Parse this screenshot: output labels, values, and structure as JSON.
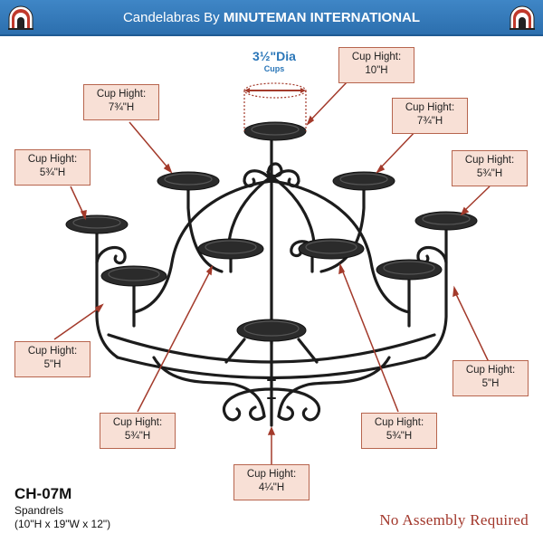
{
  "header": {
    "title_prefix": "Candelabras By ",
    "title_brand": "MINUTEMAN INTERNATIONAL",
    "background_color": "#3a80c0"
  },
  "diameter": {
    "value": "3½\"Dia",
    "label": "Cups",
    "color": "#2a76b8"
  },
  "callouts": [
    {
      "id": "top",
      "title": "Cup Hight:",
      "height": "10\"H"
    },
    {
      "id": "upper-left",
      "title": "Cup Hight:",
      "height": "7¾\"H"
    },
    {
      "id": "upper-right",
      "title": "Cup Hight:",
      "height": "7¾\"H"
    },
    {
      "id": "outer-left",
      "title": "Cup Hight:",
      "height": "5¾\"H"
    },
    {
      "id": "outer-right",
      "title": "Cup Hight:",
      "height": "5¾\"H"
    },
    {
      "id": "lower-left",
      "title": "Cup Hight:",
      "height": "5\"H"
    },
    {
      "id": "lower-right",
      "title": "Cup Hight:",
      "height": "5\"H"
    },
    {
      "id": "inner-left",
      "title": "Cup Hight:",
      "height": "5¾\"H"
    },
    {
      "id": "inner-right",
      "title": "Cup Hight:",
      "height": "5¾\"H"
    },
    {
      "id": "bottom",
      "title": "Cup Hight:",
      "height": "4¼\"H"
    }
  ],
  "product": {
    "model": "CH-07M",
    "name": "Spandrels",
    "dimensions": "(10\"H x 19\"W x 12\")"
  },
  "footer": {
    "assembly_note": "No Assembly Required",
    "assembly_color": "#a2372b"
  },
  "colors": {
    "callout_fill": "#f8e0d6",
    "callout_border": "#b7654e",
    "leader_line": "#a33a2b",
    "iron": "#1c1c1c"
  },
  "icons": {
    "logo": "fireplace-logo-icon"
  }
}
